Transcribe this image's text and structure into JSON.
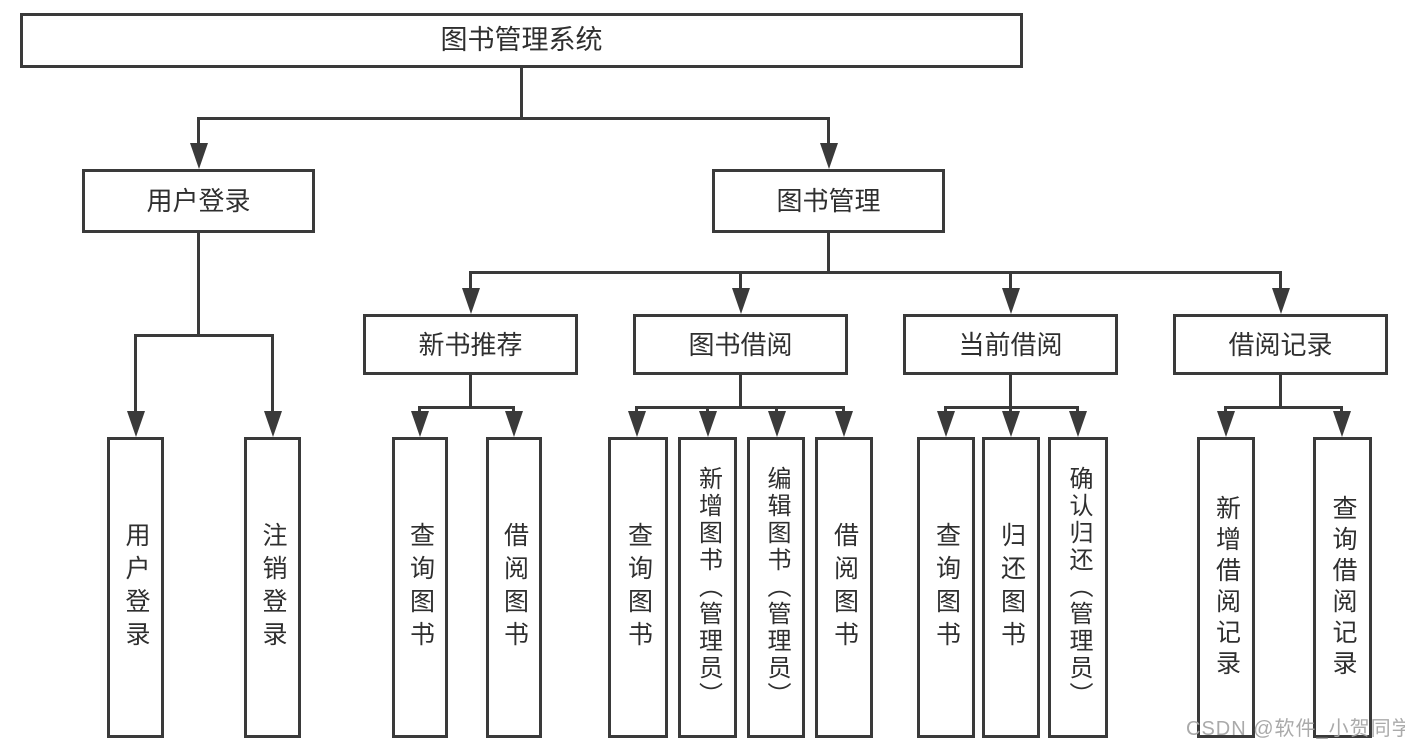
{
  "colors": {
    "line": "#3a3a3a",
    "text": "#2f2f2f",
    "box_background": "#ffffff",
    "watermark": "#a5a5a5"
  },
  "nodes": {
    "root": "图书管理系统",
    "level2": [
      "用户登录",
      "图书管理"
    ],
    "level3": [
      "新书推荐",
      "图书借阅",
      "当前借阅",
      "借阅记录"
    ],
    "level4": {
      "user_login": [
        "用户登录",
        "注销登录"
      ],
      "new_books": [
        "查询图书",
        "借阅图书"
      ],
      "book_borrowing": [
        "查询图书",
        "新增图书（管理员）",
        "编辑图书（管理员）",
        "借阅图书"
      ],
      "current_borrowing": [
        "查询图书",
        "归还图书",
        "确认归还（管理员）"
      ],
      "borrowing_records": [
        "新增借阅记录",
        "查询借阅记录"
      ]
    }
  },
  "watermark": "CSDN @软件_小贺同学"
}
